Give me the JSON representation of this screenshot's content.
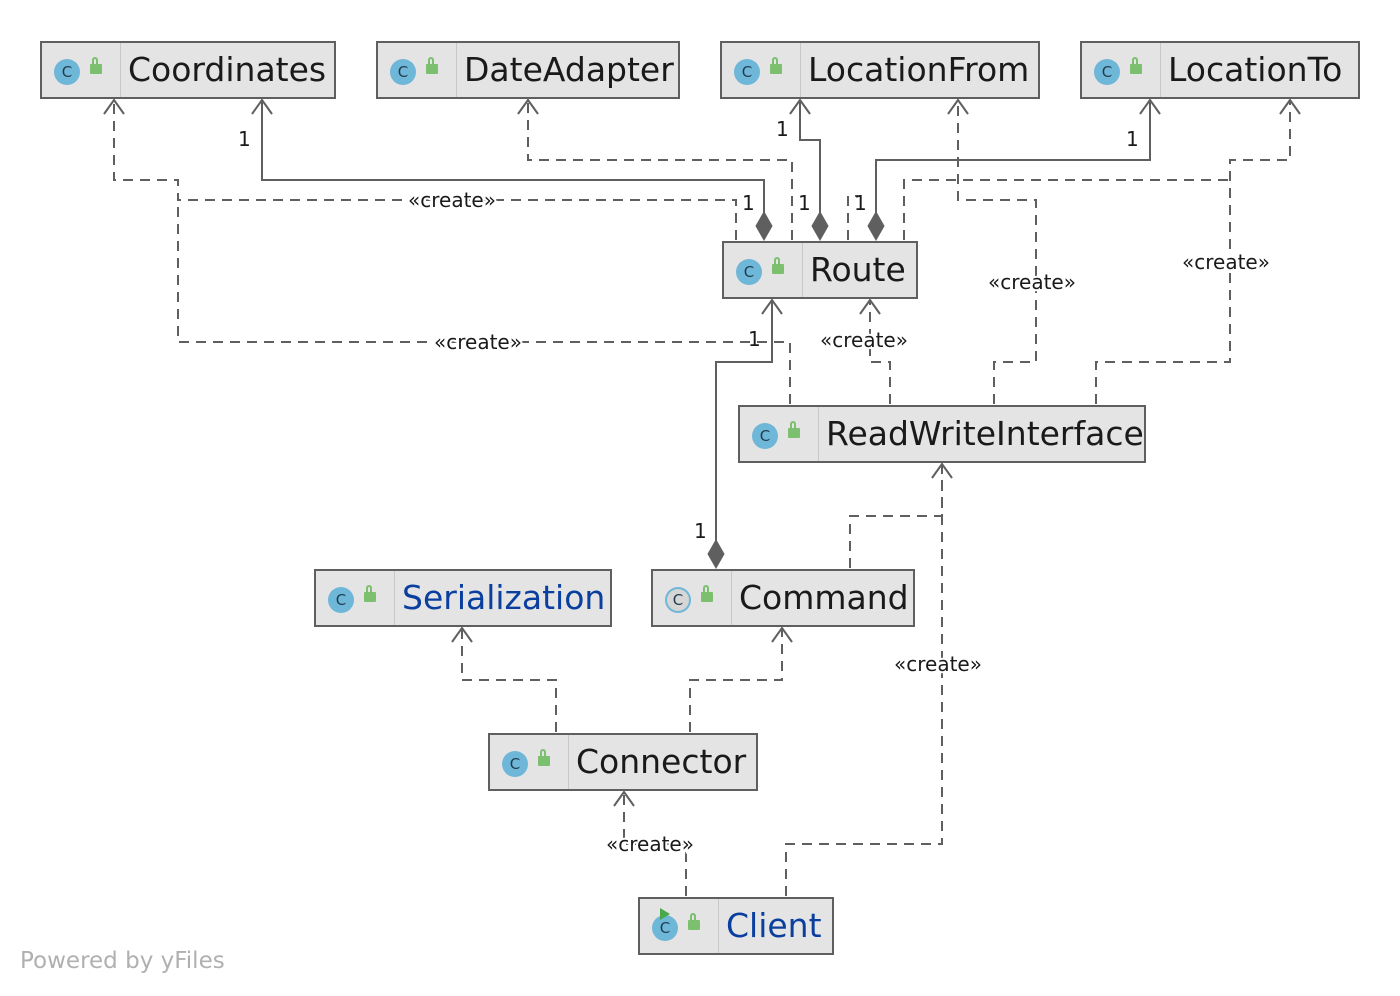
{
  "diagram": {
    "classes": {
      "coordinates": {
        "name": "Coordinates",
        "icon": "class-icon",
        "access_icon": "public-lock-icon"
      },
      "date_adapter": {
        "name": "DateAdapter",
        "icon": "class-icon",
        "access_icon": "public-lock-icon"
      },
      "location_from": {
        "name": "LocationFrom",
        "icon": "class-icon",
        "access_icon": "public-lock-icon"
      },
      "location_to": {
        "name": "LocationTo",
        "icon": "class-icon",
        "access_icon": "public-lock-icon"
      },
      "route": {
        "name": "Route",
        "icon": "class-icon",
        "access_icon": "public-lock-icon"
      },
      "read_write_interface": {
        "name": "ReadWriteInterface",
        "icon": "class-icon",
        "access_icon": "public-lock-icon"
      },
      "serialization": {
        "name": "Serialization",
        "icon": "class-icon",
        "access_icon": "public-lock-icon",
        "label_color": "#0a3f9f"
      },
      "command": {
        "name": "Command",
        "icon": "abstract-class-icon",
        "access_icon": "public-lock-icon"
      },
      "connector": {
        "name": "Connector",
        "icon": "class-icon",
        "access_icon": "public-lock-icon"
      },
      "client": {
        "name": "Client",
        "icon": "runnable-class-icon",
        "access_icon": "public-lock-icon",
        "label_color": "#0a3f9f"
      }
    },
    "class_icon_letter": "C",
    "labels": {
      "create": "«create»",
      "one": "1"
    },
    "colors": {
      "node_fill": "#e4e4e4",
      "node_border": "#5f5f5f",
      "edge": "#5f5f5f",
      "class_icon": "#6fb7d8",
      "lock_icon": "#7cbf6e",
      "run_icon": "#49a84a",
      "highlight_label": "#0a3f9f"
    },
    "edges": [
      {
        "from": "route",
        "to": "coordinates",
        "kind": "composition",
        "multiplicity_from": "1",
        "multiplicity_to": "1"
      },
      {
        "from": "route",
        "to": "location_from",
        "kind": "composition",
        "multiplicity_from": "1",
        "multiplicity_to": "1"
      },
      {
        "from": "route",
        "to": "location_to",
        "kind": "composition",
        "multiplicity_from": "1",
        "multiplicity_to": "1"
      },
      {
        "from": "route",
        "to": "date_adapter",
        "kind": "dependency"
      },
      {
        "from": "route",
        "to": "coordinates",
        "kind": "create"
      },
      {
        "from": "command",
        "to": "route",
        "kind": "composition",
        "multiplicity_from": "1",
        "multiplicity_to": "1"
      },
      {
        "from": "read_write_interface",
        "to": "coordinates",
        "kind": "create"
      },
      {
        "from": "read_write_interface",
        "to": "route",
        "kind": "create"
      },
      {
        "from": "read_write_interface",
        "to": "location_from",
        "kind": "create"
      },
      {
        "from": "read_write_interface",
        "to": "location_to",
        "kind": "create"
      },
      {
        "from": "command",
        "to": "read_write_interface",
        "kind": "dependency"
      },
      {
        "from": "connector",
        "to": "serialization",
        "kind": "dependency"
      },
      {
        "from": "connector",
        "to": "command",
        "kind": "dependency"
      },
      {
        "from": "client",
        "to": "connector",
        "kind": "create"
      },
      {
        "from": "client",
        "to": "read_write_interface",
        "kind": "create"
      }
    ]
  },
  "footer": {
    "powered_by": "Powered by yFiles"
  }
}
